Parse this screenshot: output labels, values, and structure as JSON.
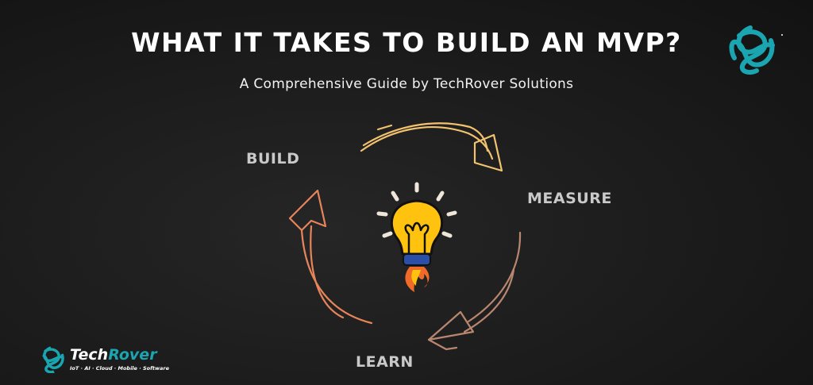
{
  "header": {
    "title": "WHAT IT TAKES TO BUILD AN MVP?",
    "subtitle": "A Comprehensive Guide by TechRover Solutions"
  },
  "cycle": {
    "stages": [
      "BUILD",
      "MEASURE",
      "LEARN"
    ],
    "center_icon": "lightbulb-rocket-icon"
  },
  "brand": {
    "name_part1": "Tech",
    "name_part2": "Rover",
    "tagline": "IoT · AI · Cloud · Mobile · Software",
    "color": "#1aa5b0"
  },
  "colors": {
    "arrow_top": "#f3c26e",
    "arrow_right": "#b98670",
    "arrow_left": "#e8845a",
    "bulb": "#ffc20e"
  }
}
